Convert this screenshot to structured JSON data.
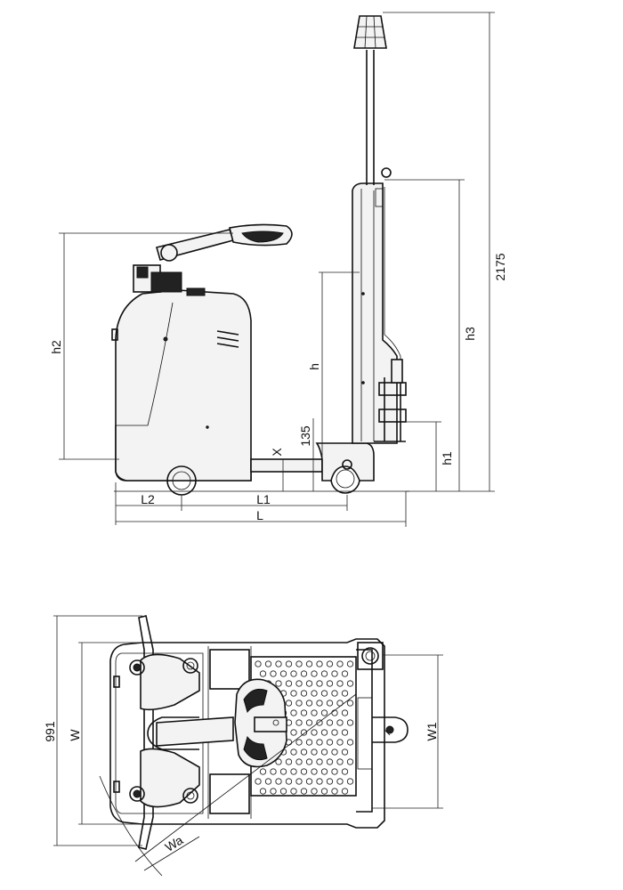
{
  "labels": {
    "overall_height": "2175",
    "h2": "h2",
    "h3": "h3",
    "h": "h",
    "h1": "h1",
    "clearance_135": "135",
    "x": "X",
    "l2": "L2",
    "l1": "L1",
    "l": "L",
    "overall_width": "991",
    "w": "W",
    "w1": "W1",
    "wa": "Wa"
  }
}
